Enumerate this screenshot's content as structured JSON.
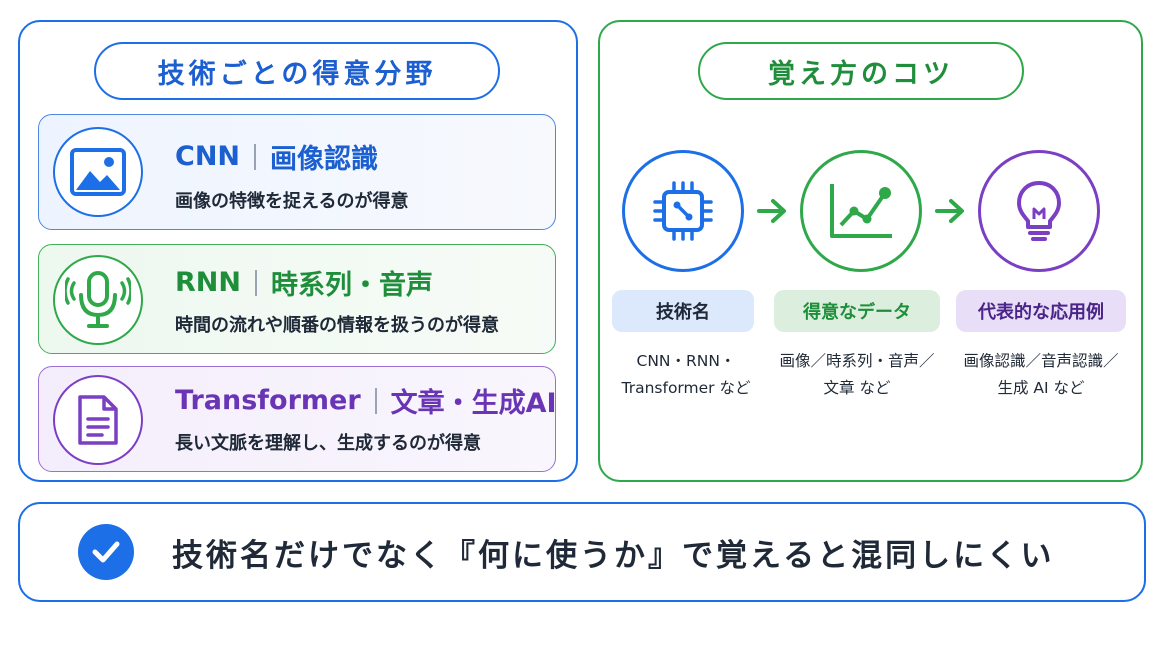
{
  "left": {
    "title": "技術ごとの得意分野",
    "cards": [
      {
        "name": "CNN",
        "field": "画像認識",
        "desc": "画像の特徴を捉えるのが得意",
        "icon": "image-icon",
        "color": "#1c6fe6"
      },
      {
        "name": "RNN",
        "field": "時系列・音声",
        "desc": "時間の流れや順番の情報を扱うのが得意",
        "icon": "microphone-icon",
        "color": "#2fa84a"
      },
      {
        "name": "Transformer",
        "field": "文章・生成AI",
        "desc": "長い文脈を理解し、生成するのが得意",
        "icon": "document-icon",
        "color": "#7b3fc4"
      }
    ]
  },
  "right": {
    "title": "覚え方のコツ",
    "steps": [
      {
        "label": "技術名",
        "example_line1": "CNN・RNN・",
        "example_line2": "Transformer など",
        "icon": "chip-icon"
      },
      {
        "label": "得意なデータ",
        "example_line1": "画像／時系列・音声／",
        "example_line2": "文章 など",
        "icon": "line-chart-icon"
      },
      {
        "label": "代表的な応用例",
        "example_line1": "画像認識／音声認識／",
        "example_line2": "生成 AI など",
        "icon": "lightbulb-icon"
      }
    ]
  },
  "banner": {
    "text": "技術名だけでなく『何に使うか』で覚えると混同しにくい",
    "icon": "check-icon"
  },
  "colors": {
    "blue": "#1c6fe6",
    "green": "#2fa84a",
    "purple": "#7b3fc4"
  }
}
